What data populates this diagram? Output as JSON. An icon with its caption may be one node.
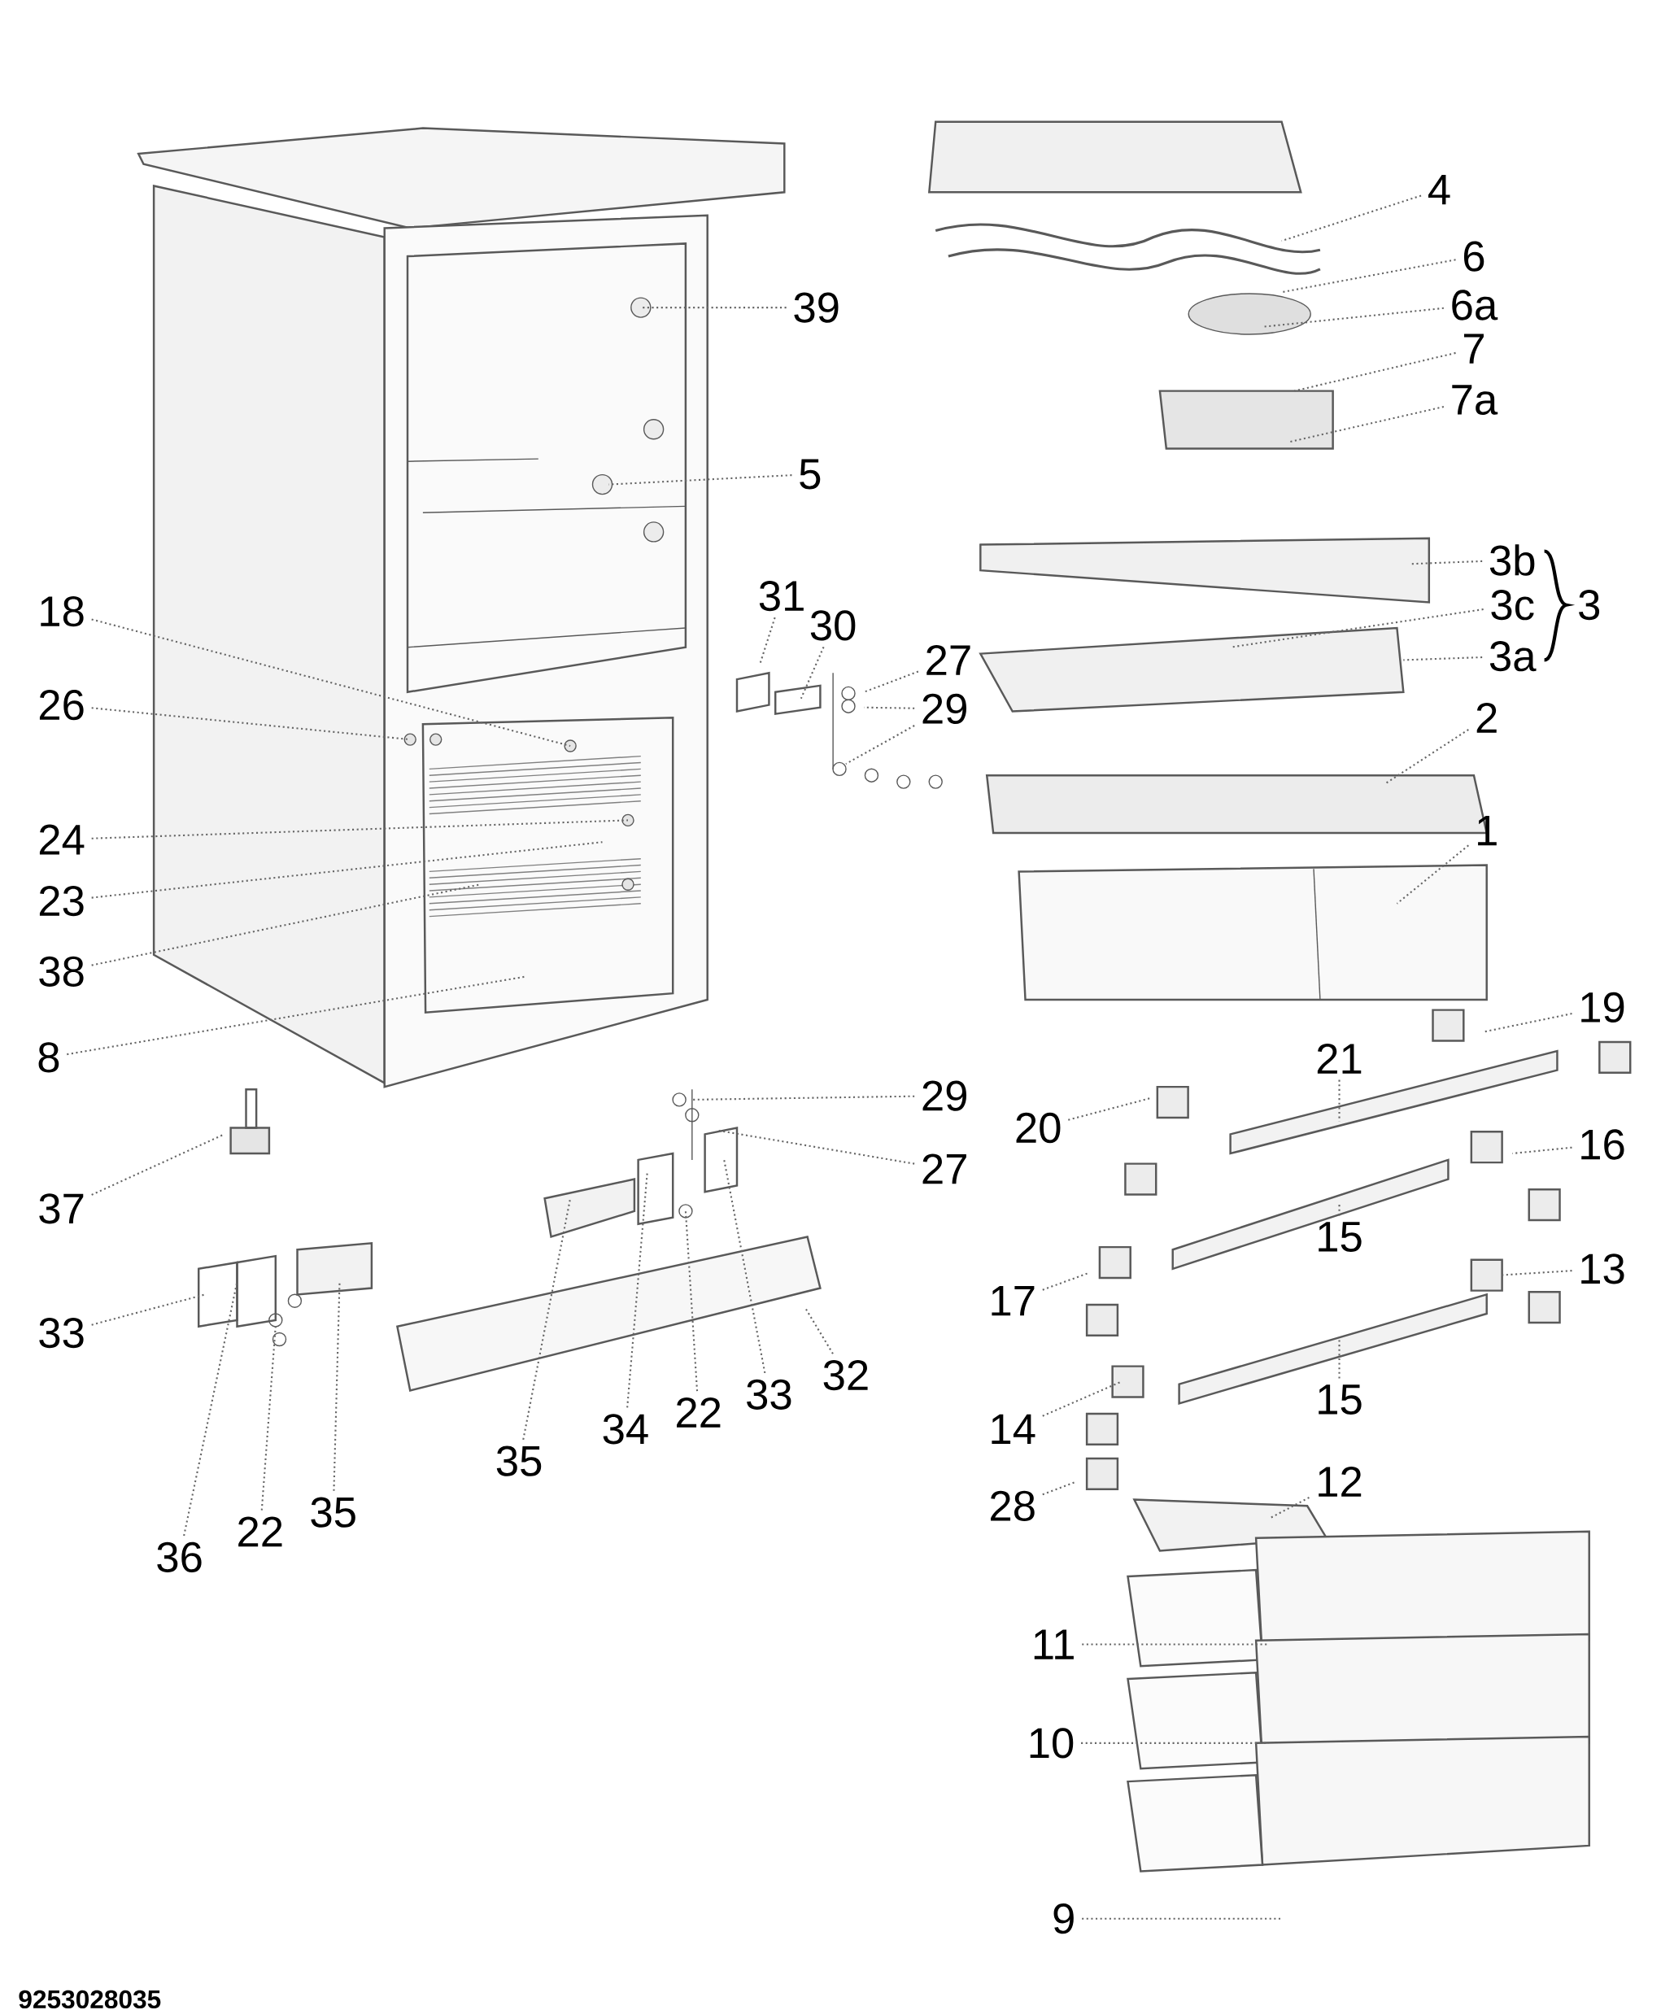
{
  "diagram": {
    "nodes": [
      {
        "text": [
          "4"
        ]
      },
      {
        "text": [
          "6"
        ]
      },
      {
        "text": [
          "6a"
        ]
      },
      {
        "text": [
          "39"
        ]
      },
      {
        "text": [
          "7"
        ]
      },
      {
        "text": [
          "7a"
        ]
      },
      {
        "text": [
          "5"
        ]
      },
      {
        "text": [
          "3b"
        ]
      },
      {
        "text": [
          "3c"
        ]
      },
      {
        "text": [
          "3a"
        ]
      },
      {
        "text": [
          "31"
        ]
      },
      {
        "text": [
          "30"
        ]
      },
      {
        "text": [
          "27"
        ]
      },
      {
        "text": [
          "29"
        ]
      },
      {
        "text": [
          "18"
        ]
      },
      {
        "text": [
          "26"
        ]
      },
      {
        "text": [
          "2"
        ]
      },
      {
        "text": [
          "1"
        ]
      },
      {
        "text": [
          "24"
        ]
      },
      {
        "text": [
          "23"
        ]
      },
      {
        "text": [
          "38"
        ]
      },
      {
        "text": [
          "8"
        ]
      },
      {
        "text": [
          "19"
        ]
      },
      {
        "text": [
          "21"
        ]
      },
      {
        "text": [
          "29"
        ]
      },
      {
        "text": [
          "20"
        ]
      },
      {
        "text": [
          "16"
        ]
      },
      {
        "text": [
          "27"
        ]
      },
      {
        "text": [
          "37"
        ]
      },
      {
        "text": [
          "15"
        ]
      },
      {
        "text": [
          "17"
        ]
      },
      {
        "text": [
          "13"
        ]
      },
      {
        "text": [
          "33"
        ]
      },
      {
        "text": [
          "32"
        ]
      },
      {
        "text": [
          "33"
        ]
      },
      {
        "text": [
          "22"
        ]
      },
      {
        "text": [
          "34"
        ]
      },
      {
        "text": [
          "15"
        ]
      },
      {
        "text": [
          "14"
        ]
      },
      {
        "text": [
          "35"
        ]
      },
      {
        "text": [
          "28"
        ]
      },
      {
        "text": [
          "12"
        ]
      },
      {
        "text": [
          "35"
        ]
      },
      {
        "text": [
          "22"
        ]
      },
      {
        "text": [
          "36"
        ]
      },
      {
        "text": [
          "11"
        ]
      },
      {
        "text": [
          "10"
        ]
      },
      {
        "text": [
          "9"
        ]
      }
    ],
    "edges": [
      {
        "from": 0,
        "to": null,
        "arrow": "none"
      },
      {
        "from": 1,
        "to": null,
        "arrow": "none"
      },
      {
        "from": 2,
        "to": null,
        "arrow": "none"
      },
      {
        "from": 3,
        "to": null,
        "arrow": "none"
      },
      {
        "from": 4,
        "to": null,
        "arrow": "none"
      },
      {
        "from": 5,
        "to": null,
        "arrow": "none"
      },
      {
        "from": 6,
        "to": null,
        "arrow": "none"
      },
      {
        "from": 7,
        "to": null,
        "arrow": "none"
      },
      {
        "from": 8,
        "to": null,
        "arrow": "none"
      },
      {
        "from": 9,
        "to": null,
        "arrow": "none"
      },
      {
        "from": 10,
        "to": null,
        "arrow": "none"
      },
      {
        "from": 11,
        "to": null,
        "arrow": "none"
      },
      {
        "from": 12,
        "to": null,
        "arrow": "none"
      },
      {
        "from": 13,
        "to": null,
        "arrow": "none"
      },
      {
        "from": 13,
        "to": null,
        "arrow": "none"
      },
      {
        "from": 14,
        "to": null,
        "arrow": "none"
      },
      {
        "from": 15,
        "to": null,
        "arrow": "none"
      },
      {
        "from": 16,
        "to": null,
        "arrow": "none"
      },
      {
        "from": 17,
        "to": null,
        "arrow": "none"
      },
      {
        "from": 18,
        "to": null,
        "arrow": "none"
      },
      {
        "from": 19,
        "to": null,
        "arrow": "none"
      },
      {
        "from": 20,
        "to": null,
        "arrow": "none"
      },
      {
        "from": 21,
        "to": null,
        "arrow": "none"
      },
      {
        "from": 22,
        "to": null,
        "arrow": "none"
      },
      {
        "from": 23,
        "to": null,
        "arrow": "none"
      },
      {
        "from": 24,
        "to": null,
        "arrow": "none"
      },
      {
        "from": 25,
        "to": null,
        "arrow": "none"
      },
      {
        "from": 26,
        "to": null,
        "arrow": "none"
      },
      {
        "from": 27,
        "to": null,
        "arrow": "none"
      },
      {
        "from": 28,
        "to": null,
        "arrow": "none"
      },
      {
        "from": 29,
        "to": null,
        "arrow": "none"
      },
      {
        "from": 30,
        "to": null,
        "arrow": "none"
      },
      {
        "from": 31,
        "to": null,
        "arrow": "none"
      },
      {
        "from": 32,
        "to": null,
        "arrow": "none"
      },
      {
        "from": 33,
        "to": null,
        "arrow": "none"
      },
      {
        "from": 34,
        "to": null,
        "arrow": "none"
      },
      {
        "from": 35,
        "to": null,
        "arrow": "none"
      },
      {
        "from": 36,
        "to": null,
        "arrow": "none"
      },
      {
        "from": 37,
        "to": null,
        "arrow": "none"
      },
      {
        "from": 38,
        "to": null,
        "arrow": "none"
      },
      {
        "from": 39,
        "to": null,
        "arrow": "none"
      },
      {
        "from": 40,
        "to": null,
        "arrow": "none"
      },
      {
        "from": 41,
        "to": null,
        "arrow": "none"
      },
      {
        "from": 42,
        "to": null,
        "arrow": "none"
      },
      {
        "from": 43,
        "to": null,
        "arrow": "none"
      },
      {
        "from": 44,
        "to": null,
        "arrow": "none"
      },
      {
        "from": 45,
        "to": null,
        "arrow": "none"
      },
      {
        "from": 46,
        "to": null,
        "arrow": "none"
      },
      {
        "from": 47,
        "to": null,
        "arrow": "none"
      }
    ],
    "labels": [
      "3",
      "9253028035"
    ]
  }
}
